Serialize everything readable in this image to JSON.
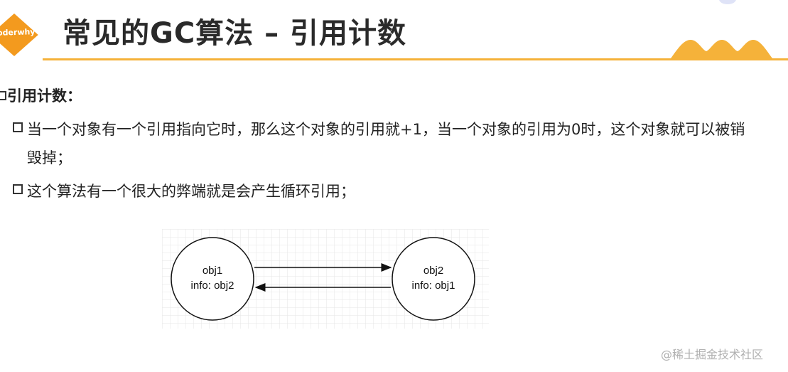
{
  "header": {
    "logo_text": "oderwhy",
    "title": "常见的GC算法 – 引用计数"
  },
  "content": {
    "section_heading": "引用计数：",
    "bullet1_line1": "当一个对象有一个引用指向它时，那么这个对象的引用就+1，当一个对象的引用为0时，这个对象就可以被销",
    "bullet1_line2": "毁掉；",
    "bullet2": "这个算法有一个很大的弊端就是会产生循环引用；"
  },
  "diagram": {
    "obj1_name": "obj1",
    "obj1_info": "info: obj2",
    "obj2_name": "obj2",
    "obj2_info": "info: obj1"
  },
  "watermark": "@稀土掘金技术社区",
  "colors": {
    "accent": "#f5b23a",
    "logo_orange": "#f39a1e",
    "text": "#222222",
    "grid": "#e6e6e6"
  }
}
